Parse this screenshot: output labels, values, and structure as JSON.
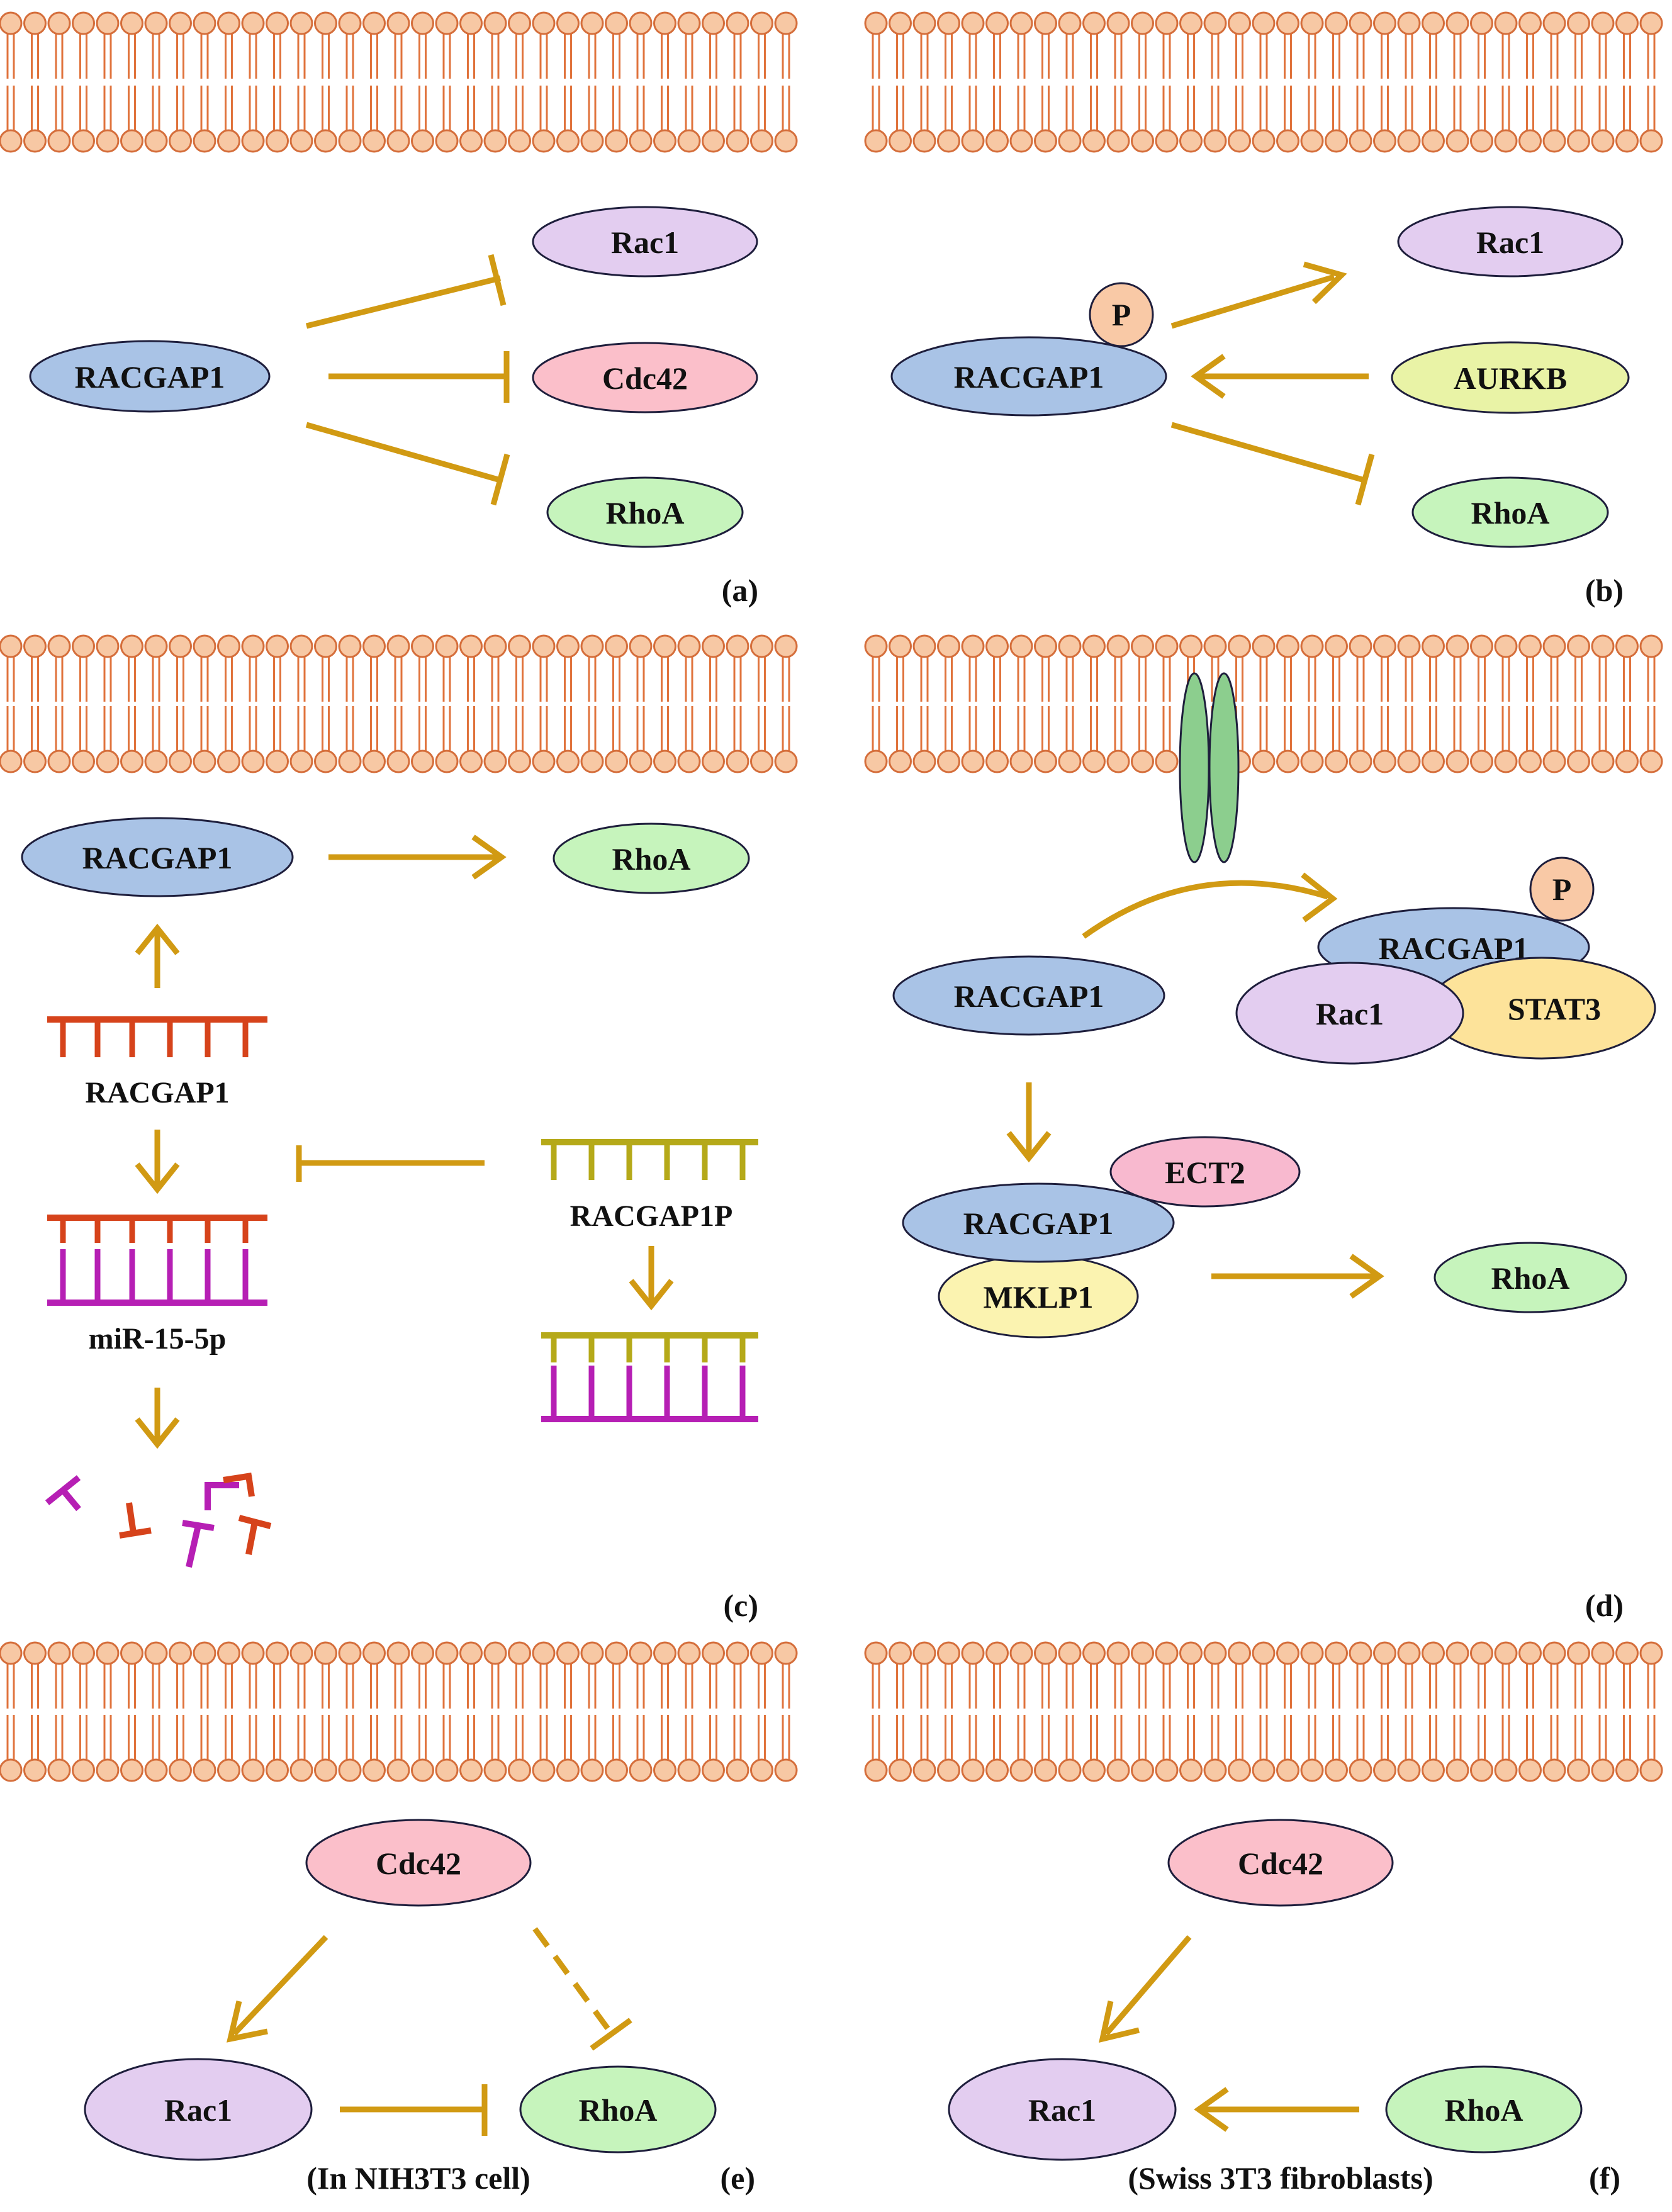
{
  "colors": {
    "arrow": "#d19a13",
    "membrane_head_fill": "#f7c8a4",
    "membrane_head_stroke": "#d56e3b",
    "membrane_tail": "#e0733c",
    "node_stroke": "#1e1e3c",
    "rac1": "#e3cdf0",
    "cdc42": "#fbbfca",
    "rhoa": "#c6f4bc",
    "racgap1": "#a9c3e6",
    "aurkb": "#e9f3a6",
    "stat3": "#fde39a",
    "ect2": "#f8b9cf",
    "mklp1": "#fbf3b0",
    "phospho": "#f9c9a6",
    "receptor": "#8cce8e",
    "mrna": "#d6431b",
    "mirna": "#b61fb4",
    "pseudogene": "#b5a919"
  },
  "panels": {
    "a": {
      "label": "(a)",
      "racgap1": "RACGAP1",
      "rac1": "Rac1",
      "cdc42": "Cdc42",
      "rhoa": "RhoA"
    },
    "b": {
      "label": "(b)",
      "racgap1": "RACGAP1",
      "phospho": "P",
      "rac1": "Rac1",
      "aurkb": "AURKB",
      "rhoa": "RhoA"
    },
    "c": {
      "label": "(c)",
      "racgap1_protein": "RACGAP1",
      "rhoa": "RhoA",
      "racgap1_mrna": "RACGAP1",
      "mir": "miR-15-5p",
      "pseudogene": "RACGAP1P"
    },
    "d": {
      "label": "(d)",
      "racgap1": "RACGAP1",
      "complex_racgap1": "RACGAP1",
      "complex_phospho": "P",
      "complex_rac1": "Rac1",
      "complex_stat3": "STAT3",
      "ect2": "ECT2",
      "racgap1_lower": "RACGAP1",
      "mklp1": "MKLP1",
      "rhoa": "RhoA"
    },
    "e": {
      "label": "(e)",
      "cdc42": "Cdc42",
      "rac1": "Rac1",
      "rhoa": "RhoA",
      "caption": "(In NIH3T3 cell)"
    },
    "f": {
      "label": "(f)",
      "cdc42": "Cdc42",
      "rac1": "Rac1",
      "rhoa": "RhoA",
      "caption": "(Swiss 3T3 fibroblasts)"
    }
  }
}
